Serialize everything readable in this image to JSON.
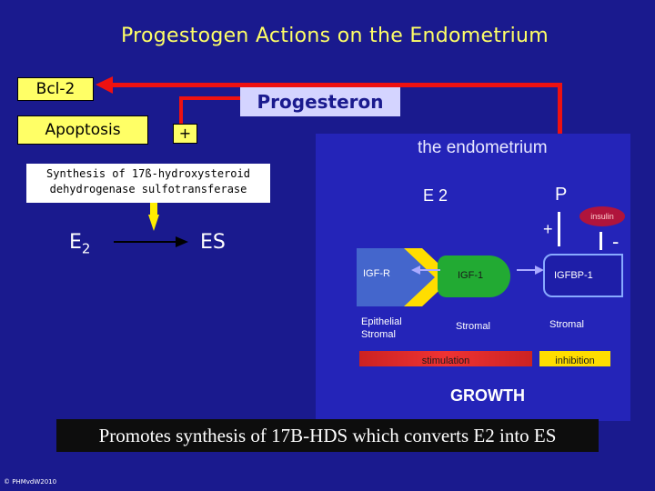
{
  "title": "Progestogen Actions on the Endometrium",
  "boxes": {
    "bcl2": "Bcl-2",
    "apoptosis": "Apoptosis",
    "progesteron": "Progesteron",
    "plus": "+",
    "synthesis_line1": "Synthesis of 17ß-hydroxysteroid",
    "synthesis_line2": "dehydrogenase sulfotransferase"
  },
  "reaction": {
    "substrate": "E",
    "substrate_sub": "2",
    "product": "ES"
  },
  "figure": {
    "title": "the endometrium",
    "e2": "E 2",
    "p": "P",
    "insulin": "insulin",
    "plus_sign": "+",
    "minus_sign": "-",
    "igfr": "IGF-R",
    "igf1": "IGF-1",
    "igfbp1": "IGFBP-1",
    "epithelial_line1": "Epithelial",
    "epithelial_line2": "Stromal",
    "stromal_mid": "Stromal",
    "stromal_right": "Stromal",
    "stimulation": "stimulation",
    "inhibition": "inhibition",
    "growth": "GROWTH"
  },
  "caption": "Promotes synthesis of 17B-HDS which converts E2 into ES",
  "copyright": "© PHMvdW2010",
  "colors": {
    "background": "#1a1a8e",
    "arrow": "#ee1111",
    "highlight": "#ffff66",
    "figure_bg": "#2424b8"
  }
}
